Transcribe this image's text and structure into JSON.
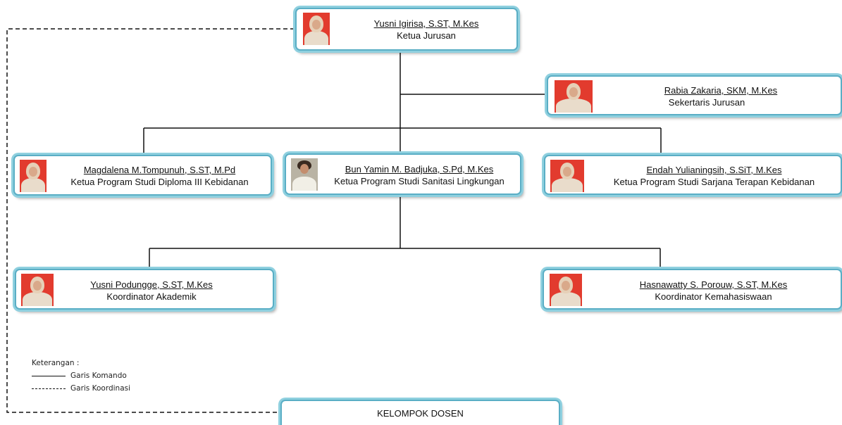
{
  "nodes": {
    "ketua_jurusan": {
      "name": "Yusni Igirisa, S.ST, M.Kes",
      "role": "Ketua Jurusan"
    },
    "sekretaris": {
      "name": "Rabia Zakaria, SKM, M.Kes",
      "role": "Sekertaris Jurusan"
    },
    "kaprodi_d3": {
      "name": "Magdalena M.Tompunuh, S.ST, M.Pd",
      "role": "Ketua Program Studi Diploma III Kebidanan"
    },
    "kaprodi_sanitasi": {
      "name": "Bun Yamin M. Badjuka, S.Pd, M.Kes",
      "role": "Ketua Program Studi Sanitasi Lingkungan"
    },
    "kaprodi_sarjana": {
      "name": "Endah Yulianingsih, S.SiT, M.Kes",
      "role": "Ketua Program Studi Sarjana Terapan Kebidanan"
    },
    "koord_akademik": {
      "name": "Yusni Podungge, S.ST, M.Kes",
      "role": "Koordinator Akademik"
    },
    "koord_kemahasiswaan": {
      "name": "Hasnawatty S. Porouw, S.ST, M.Kes",
      "role": "Koordinator Kemahasiswaan"
    },
    "kelompok_dosen": {
      "label": "KELOMPOK DOSEN"
    }
  },
  "legend": {
    "title": "Keterangan :",
    "items": [
      {
        "label": "Garis Komando",
        "style": "solid"
      },
      {
        "label": "Garis Koordinasi",
        "style": "dashed"
      }
    ]
  },
  "colors": {
    "node_border": "#5aaec5",
    "node_glow": "#8fd0df",
    "photo_bg": "#e23b2e",
    "line": "#111111"
  }
}
